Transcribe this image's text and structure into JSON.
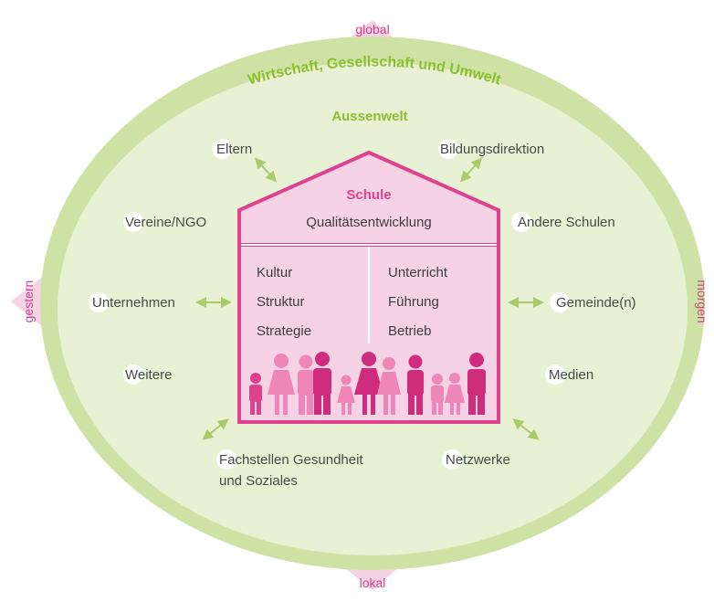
{
  "colors": {
    "pink": "#e0418f",
    "pink_light": "#f6d3e4",
    "pink_mid": "#f2bcd6",
    "green_outer": "#cfe2a5",
    "green_inner": "#e8f1d4",
    "green_text": "#8cbf2e",
    "arrow": "#a9cc6b"
  },
  "corners": {
    "top": "global",
    "bottom": "lokal",
    "left": "gestern",
    "right": "morgen"
  },
  "ring": {
    "title": "Wirtschaft, Gesellschaft und Umwelt"
  },
  "outer_world": {
    "title": "Aussenwelt",
    "nodes": {
      "eltern": "Eltern",
      "bildungsdirektion": "Bildungsdirektion",
      "vereine": "Vereine/NGO",
      "andere_schulen": "Andere Schulen",
      "unternehmen": "Unternehmen",
      "gemeinde": "Gemeinde(n)",
      "weitere": "Weitere",
      "medien": "Medien",
      "fachstellen_line1": "Fachstellen Gesundheit",
      "fachstellen_line2": "und Soziales",
      "netzwerke": "Netzwerke"
    }
  },
  "school": {
    "title": "Schule",
    "subtitle": "Qualitätsentwicklung",
    "left_column": [
      "Kultur",
      "Struktur",
      "Strategie"
    ],
    "right_column": [
      "Unterricht",
      "Führung",
      "Betrieb"
    ],
    "people_icon": "people-group-icon"
  }
}
